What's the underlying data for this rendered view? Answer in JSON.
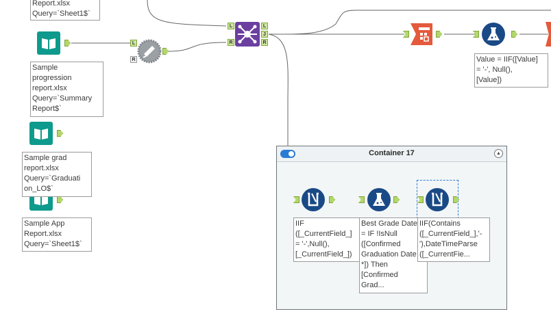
{
  "container": {
    "title": "Container 17",
    "collapse_glyph": "▲"
  },
  "ports": {
    "left": "L",
    "right": "R",
    "join": "J"
  },
  "annotations": {
    "report_top": "Report.xlsx\nQuery=`Sheet1$`",
    "progression": "Sample\nprogression\nreport.xlsx\nQuery=`Summary\nReport$`",
    "grad": "Sample grad\nreport.xlsx\nQuery=`Graduati\non_LO$`",
    "app": "Sample App\nReport.xlsx\nQuery=`Sheet1$`",
    "formula_value": "Value = IIF([Value]\n= '-', Null(),\n[Value])",
    "multi1": "IIF\n([_CurrentField_]\n= '-',Null(),\n[_CurrentField_])",
    "best_grade": "Best Grade Date\n= IF !IsNull\n([Confirmed\nGraduation Date\n*]) Then\n[Confirmed\nGrad...",
    "multi3": "IIF(Contains\n([_CurrentField_],'-\n'),DateTimeParse\n([_CurrentFie..."
  },
  "icons": {
    "input": "book-icon",
    "append": "fuzzy-match-icon",
    "join": "join-icon",
    "select": "text-to-columns-icon",
    "formula": "flask-icon",
    "multi_field": "beaker-icon"
  },
  "colors": {
    "teal": "#0e9a8c",
    "navy": "#1a4a86",
    "purple": "#6b3fa0",
    "orange": "#e35a3c",
    "gray": "#9aa0a4",
    "port": "#b3d76a"
  }
}
